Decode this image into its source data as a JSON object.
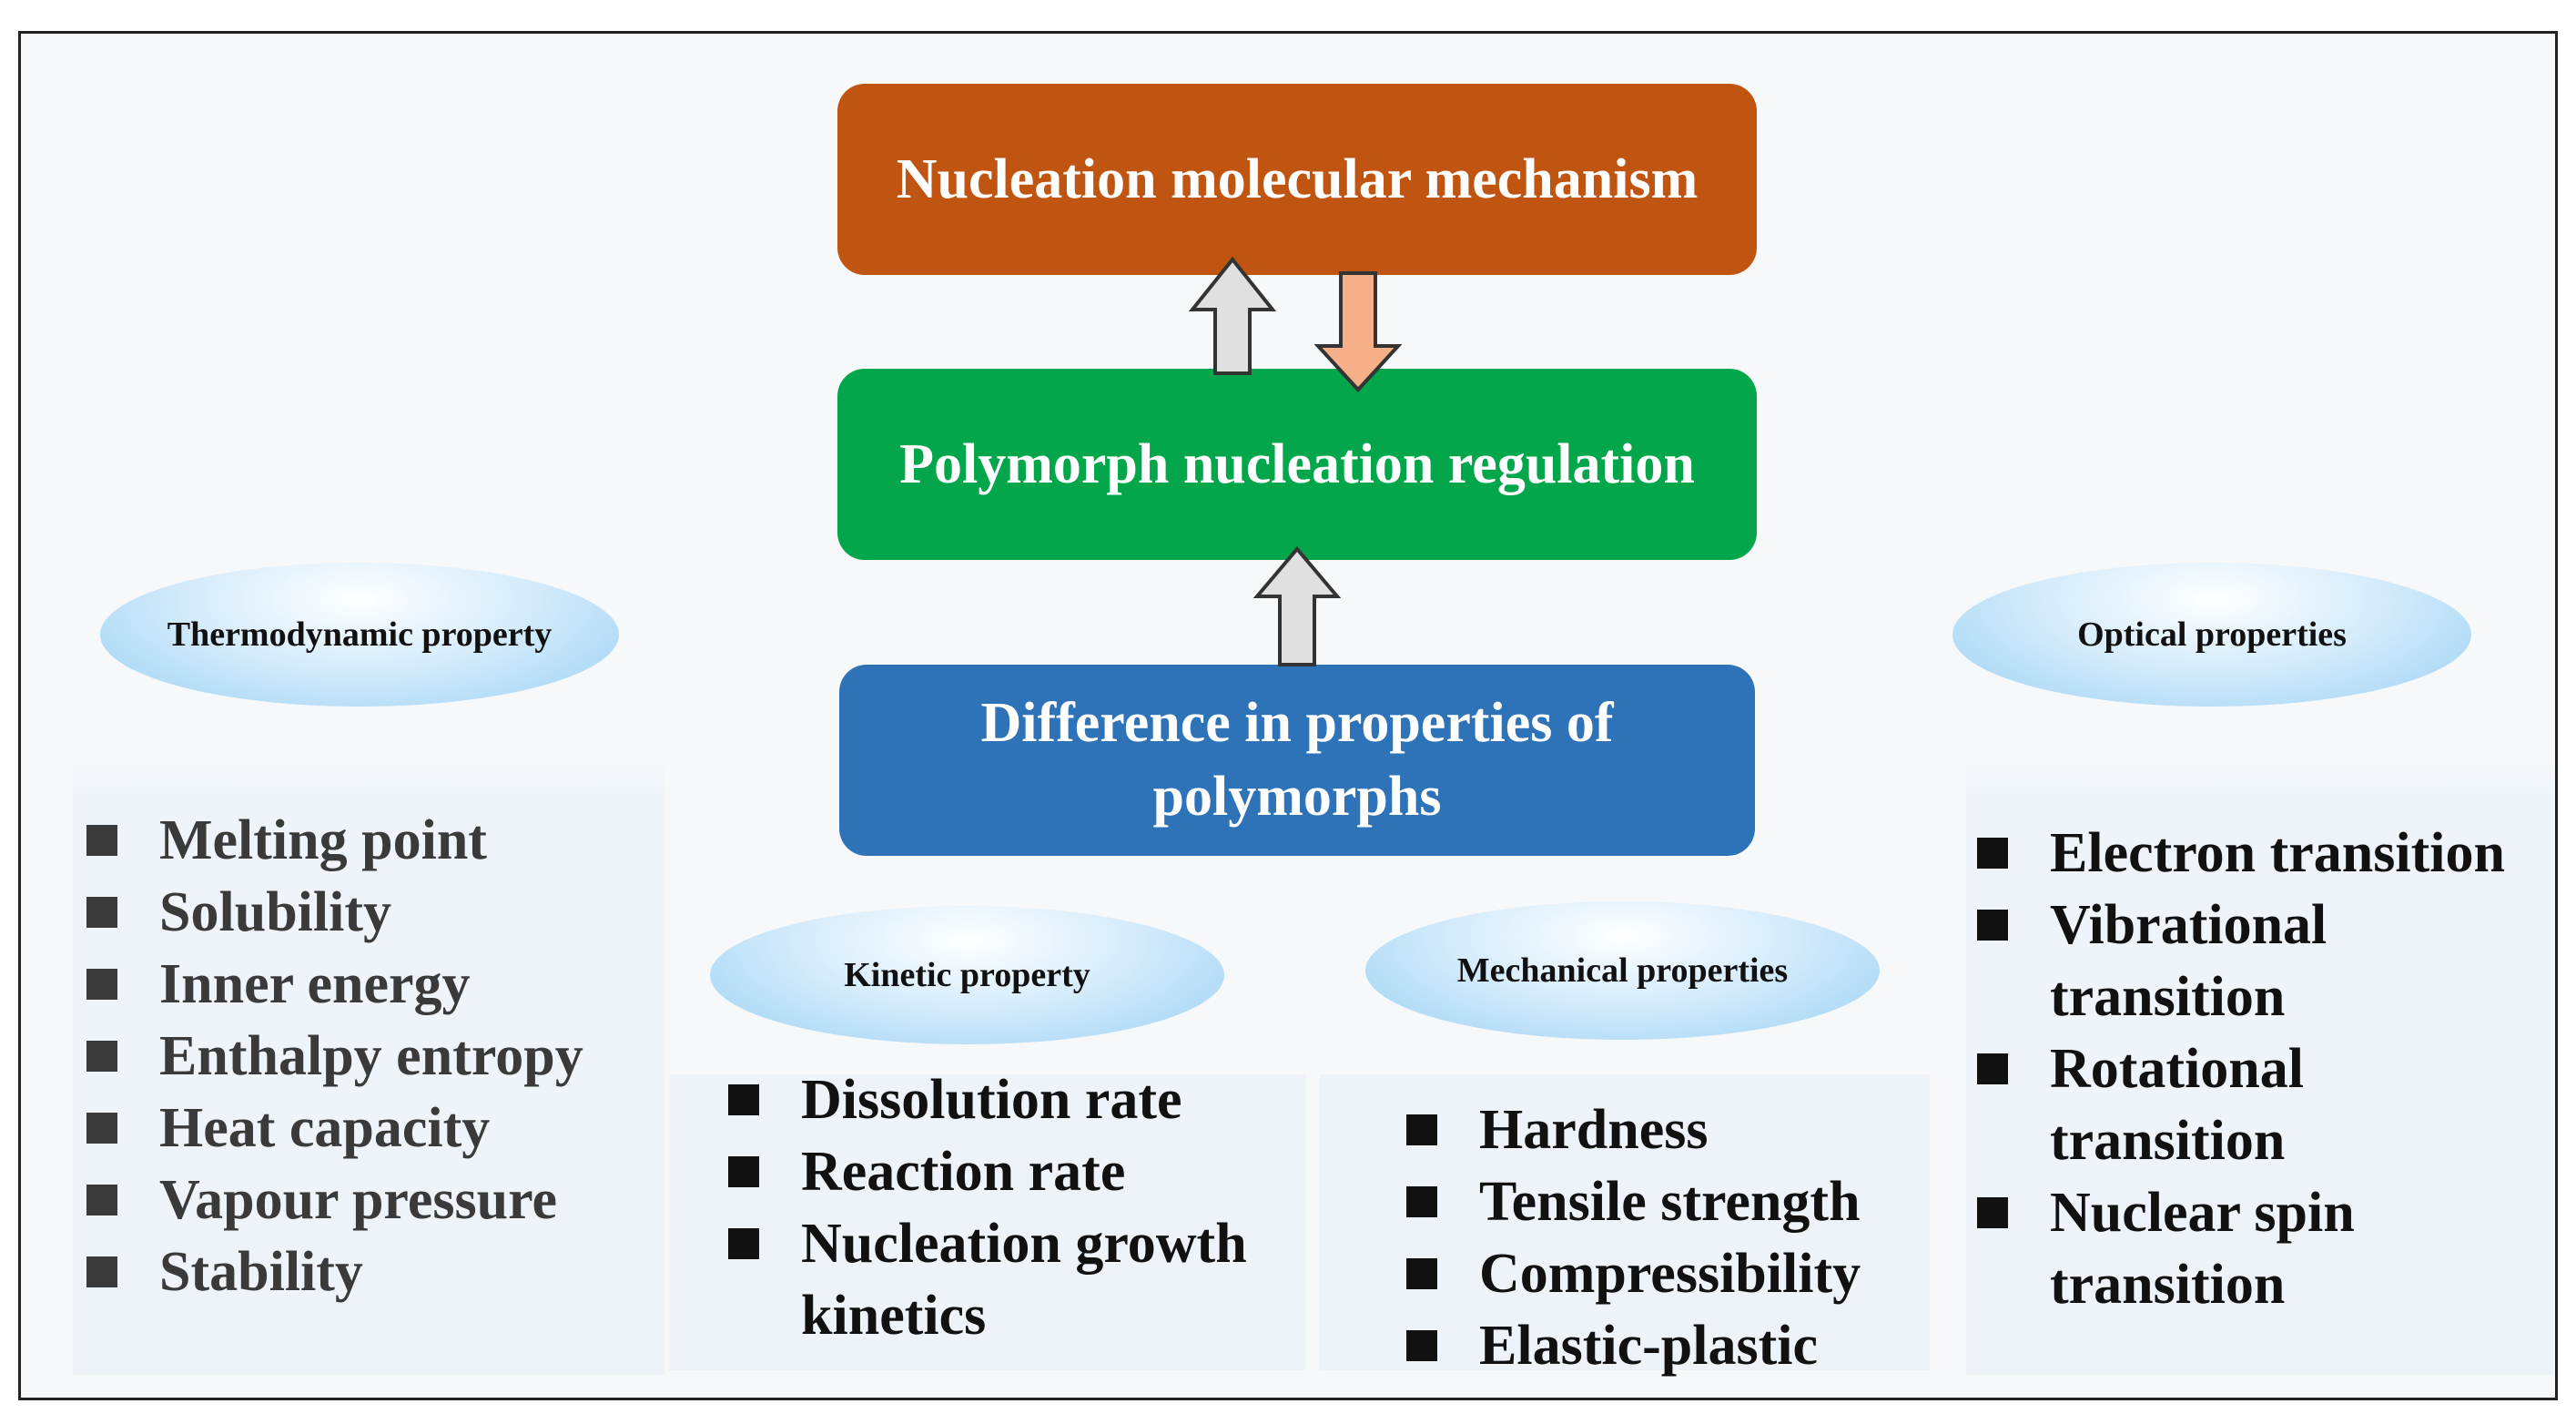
{
  "center": {
    "top_box": "Nucleation molecular mechanism",
    "middle_box": "Polymorph nucleation regulation",
    "bottom_box_line1": "Difference in properties of",
    "bottom_box_line2": "polymorphs"
  },
  "thermodynamic": {
    "title": "Thermodynamic property",
    "items": [
      "Melting point",
      "Solubility",
      "Inner energy",
      "Enthalpy entropy",
      "Heat capacity",
      "Vapour pressure",
      "Stability"
    ]
  },
  "kinetic": {
    "title": "Kinetic property",
    "items": [
      "Dissolution rate",
      "Reaction rate",
      "Nucleation growth",
      "kinetics"
    ]
  },
  "mechanical": {
    "title": "Mechanical properties",
    "items": [
      "Hardness",
      "Tensile strength",
      "Compressibility",
      "Elastic-plastic"
    ]
  },
  "optical": {
    "title": "Optical properties",
    "items": [
      "Electron transition",
      "Vibrational",
      "transition",
      "Rotational",
      "transition",
      "Nuclear spin",
      "transition"
    ]
  },
  "colors": {
    "top_box": "#c05512",
    "middle_box": "#03a64a",
    "bottom_box": "#2e72b8",
    "up_arrow": "#e0e0e0",
    "down_arrow": "#f5b08a"
  }
}
